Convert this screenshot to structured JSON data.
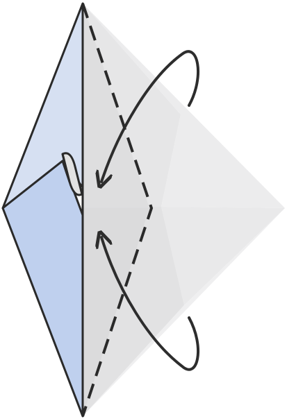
{
  "diagram": {
    "kind": "origami-fold-step",
    "instructions": [],
    "colors": {
      "background": "#ffffff",
      "paper_back_light": "#d6e0f2",
      "paper_back_dark": "#bfd0ee",
      "paper_front_left": "#dededf",
      "paper_front_right_top": "#ebebec",
      "paper_front_right_mid": "#e3e3e4",
      "paper_front_right_bottom": "#eeeeef",
      "paper_flap_lower": "#e6e6e7",
      "curl": "#e2e2e2",
      "outline": "#2a2a2a",
      "arrow": "#2d2d2d"
    },
    "elements": {
      "left_flap": "folded-flap",
      "right_panel": "translucent-flap",
      "fold_line": "dashed-valley-fold",
      "upper_arrow": "curved-arrow-fold-in",
      "lower_arrow": "curved-arrow-fold-in"
    }
  }
}
